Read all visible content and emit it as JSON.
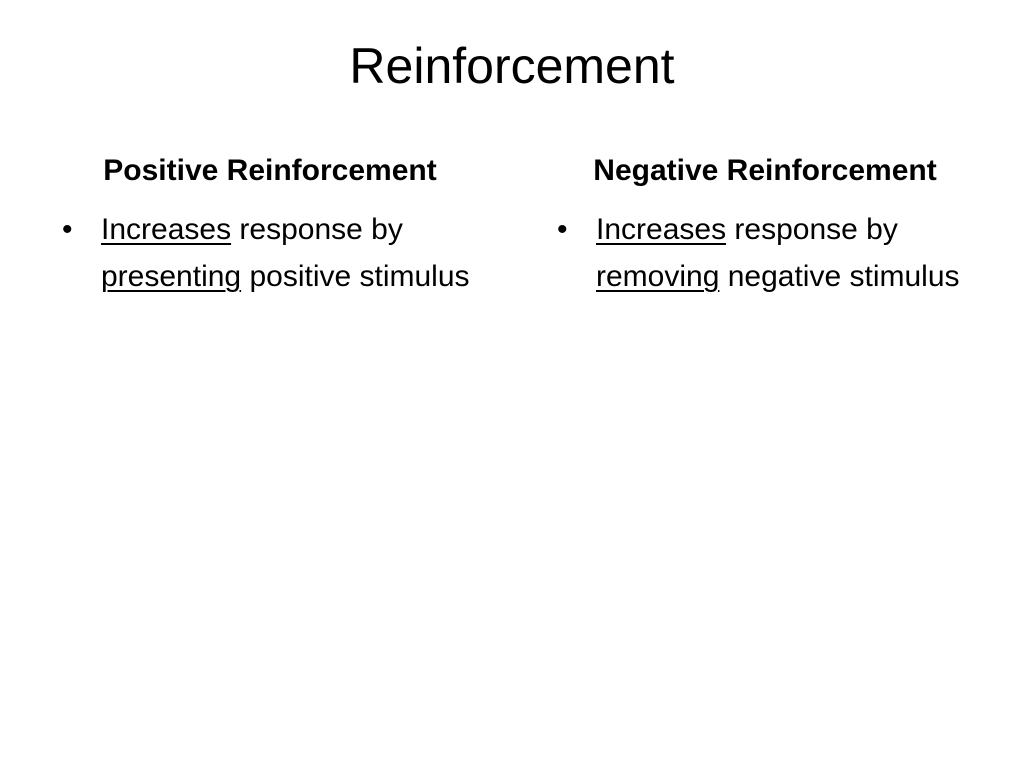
{
  "slide": {
    "title": "Reinforcement",
    "left_column": {
      "heading": "Positive Reinforcement",
      "bullet": {
        "word1": "Increases",
        "text1": " response by ",
        "word2": "presenting",
        "text2": " positive stimulus"
      }
    },
    "right_column": {
      "heading": "Negative Reinforcement",
      "bullet": {
        "word1": "Increases",
        "text1": " response by ",
        "word2": "removing",
        "text2": " negative stimulus"
      }
    }
  },
  "colors": {
    "background": "#ffffff",
    "text": "#000000"
  },
  "icons": {
    "bullet": "bullet-dot-icon"
  }
}
